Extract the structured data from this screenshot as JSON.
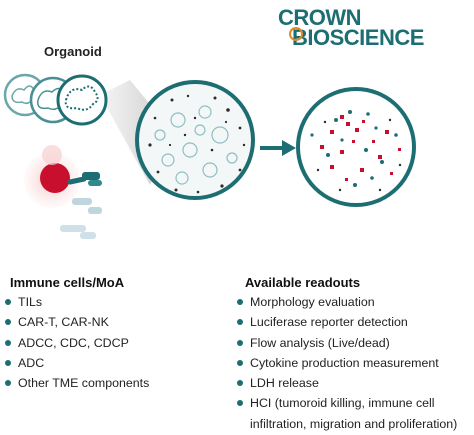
{
  "logo": {
    "line1": "CROWN",
    "line2": "BIOSCIENCE",
    "color": "#1d6e73"
  },
  "labels": {
    "organoid": "Organoid"
  },
  "immune": {
    "title": "Immune cells/MoA",
    "items": [
      "TILs",
      "CAR-T, CAR-NK",
      "ADCC, CDC, CDCP",
      "ADC",
      "Other TME components"
    ]
  },
  "readouts": {
    "title": "Available readouts",
    "items": [
      "Morphology evaluation",
      "Luciferase reporter detection",
      "Flow analysis (Live/dead)",
      "Cytokine production measurement",
      "LDH release",
      "HCI (tumoroid killing, immune cell"
    ],
    "continuation": "infiltration, migration and proliferation)"
  },
  "colors": {
    "teal": "#1d6e73",
    "red": "#c8102e",
    "gray": "#555555",
    "light_teal": "#8fbfc2"
  }
}
